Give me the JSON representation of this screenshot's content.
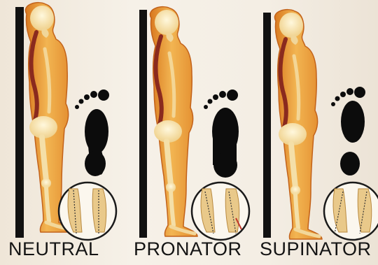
{
  "panels": [
    {
      "label": "NEUTRAL"
    },
    {
      "label": "PRONATOR"
    },
    {
      "label": "SUPINATOR"
    }
  ],
  "colors": {
    "pole": "#111111",
    "skin_outer": "#e8a24a",
    "skin_inner": "#f6cf78",
    "spine": "#8a2a1e",
    "bone": "#f5e6b8",
    "footprint": "#0c0c0c",
    "heel_circle_bg": "#fbf7ee"
  }
}
